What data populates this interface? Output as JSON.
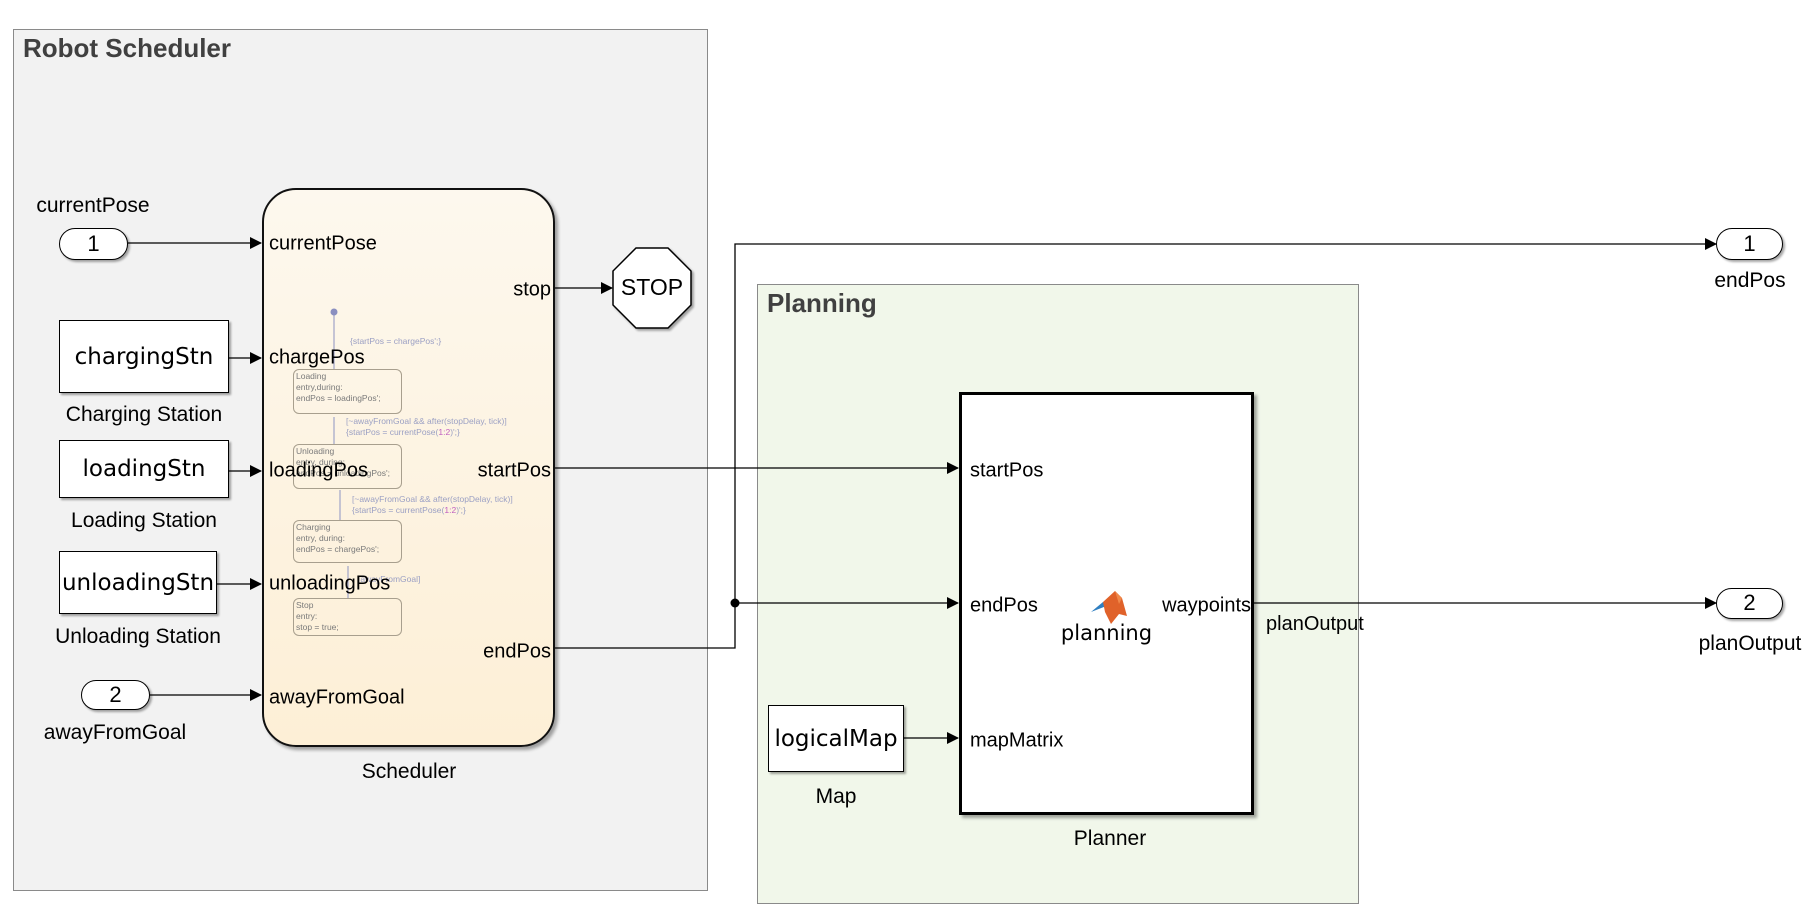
{
  "areas": {
    "robot_scheduler": {
      "title": "Robot Scheduler",
      "fill": "#f2f2f2"
    },
    "planning": {
      "title": "Planning",
      "fill": "#f1f7ea"
    }
  },
  "inports": [
    {
      "number": "1",
      "name": "currentPose"
    },
    {
      "number": "2",
      "name": "awayFromGoal"
    }
  ],
  "constants": [
    {
      "value": "chargingStn",
      "name": "Charging Station"
    },
    {
      "value": "loadingStn",
      "name": "Loading Station"
    },
    {
      "value": "unloadingStn",
      "name": "Unloading Station"
    },
    {
      "value": "logicalMap",
      "name": "Map"
    }
  ],
  "scheduler": {
    "name": "Scheduler",
    "inputs": [
      "currentPose",
      "chargePos",
      "loadingPos",
      "unloadingPos",
      "awayFromGoal"
    ],
    "outputs": [
      "stop",
      "startPos",
      "endPos"
    ],
    "states": [
      {
        "name": "Loading",
        "line1": "entry,during:",
        "line2": "endPos = loadingPos';"
      },
      {
        "name": "Unloading",
        "line1": "entry, during:",
        "line2": "endPos = unloadingPos';"
      },
      {
        "name": "Charging",
        "line1": "entry, during:",
        "line2": "endPos = chargePos';"
      },
      {
        "name": "Stop",
        "line1": "entry:",
        "line2": "stop = true;"
      }
    ],
    "transitions": {
      "default_action": "{startPos = chargePos';}",
      "t1_guard": "[~awayFromGoal && after(stopDelay, tick)]",
      "t1_action_pre": "{startPos = currentPose(",
      "t1_action_num": "1:2",
      "t1_action_post": ")';}",
      "t2_guard": "[~awayFromGoal  && after(stopDelay, tick)]",
      "t2_action_pre": "{startPos = currentPose(",
      "t2_action_num": "1:2",
      "t2_action_post": ")';}",
      "t3_guard": "[awayFromGoal]"
    }
  },
  "stop_block": {
    "label": "STOP"
  },
  "planner": {
    "name": "Planner",
    "function": "planning",
    "inputs": [
      "startPos",
      "endPos",
      "mapMatrix"
    ],
    "outputs": [
      "waypoints"
    ],
    "icon": "matlab-logo-icon"
  },
  "signals": {
    "plan_output": "planOutput"
  },
  "outports": [
    {
      "number": "1",
      "name": "endPos"
    },
    {
      "number": "2",
      "name": "planOutput"
    }
  ]
}
